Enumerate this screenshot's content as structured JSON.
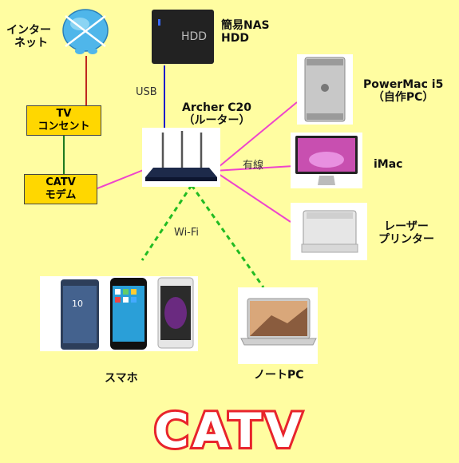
{
  "labels": {
    "internet": [
      "インター",
      "ネット"
    ],
    "nas": [
      "簡易NAS",
      "HDD"
    ],
    "hdd_text": "HDD",
    "usb": "USB",
    "router": [
      "Archer C20",
      "（ルーター）"
    ],
    "tv_outlet": [
      "TV",
      "コンセント"
    ],
    "catv_modem": [
      "CATV",
      "モデム"
    ],
    "powermac": [
      "PowerMac i5",
      "（自作PC）"
    ],
    "imac": "iMac",
    "wired": "有線",
    "printer": [
      "レーザー",
      "プリンター"
    ],
    "wifi": "Wi-Fi",
    "smartphone": "スマホ",
    "notebook": "ノートPC",
    "phone_clock": "10",
    "footer": "CATV"
  },
  "colors": {
    "background": "#fffda1",
    "box_fill": "#ffd700",
    "line_red": "#c0281e",
    "line_green": "#1e7a1e",
    "line_magenta": "#ee44cc",
    "line_blue": "#1a1acc",
    "line_wifi": "#22bb22",
    "footer_red": "#e8242c"
  }
}
